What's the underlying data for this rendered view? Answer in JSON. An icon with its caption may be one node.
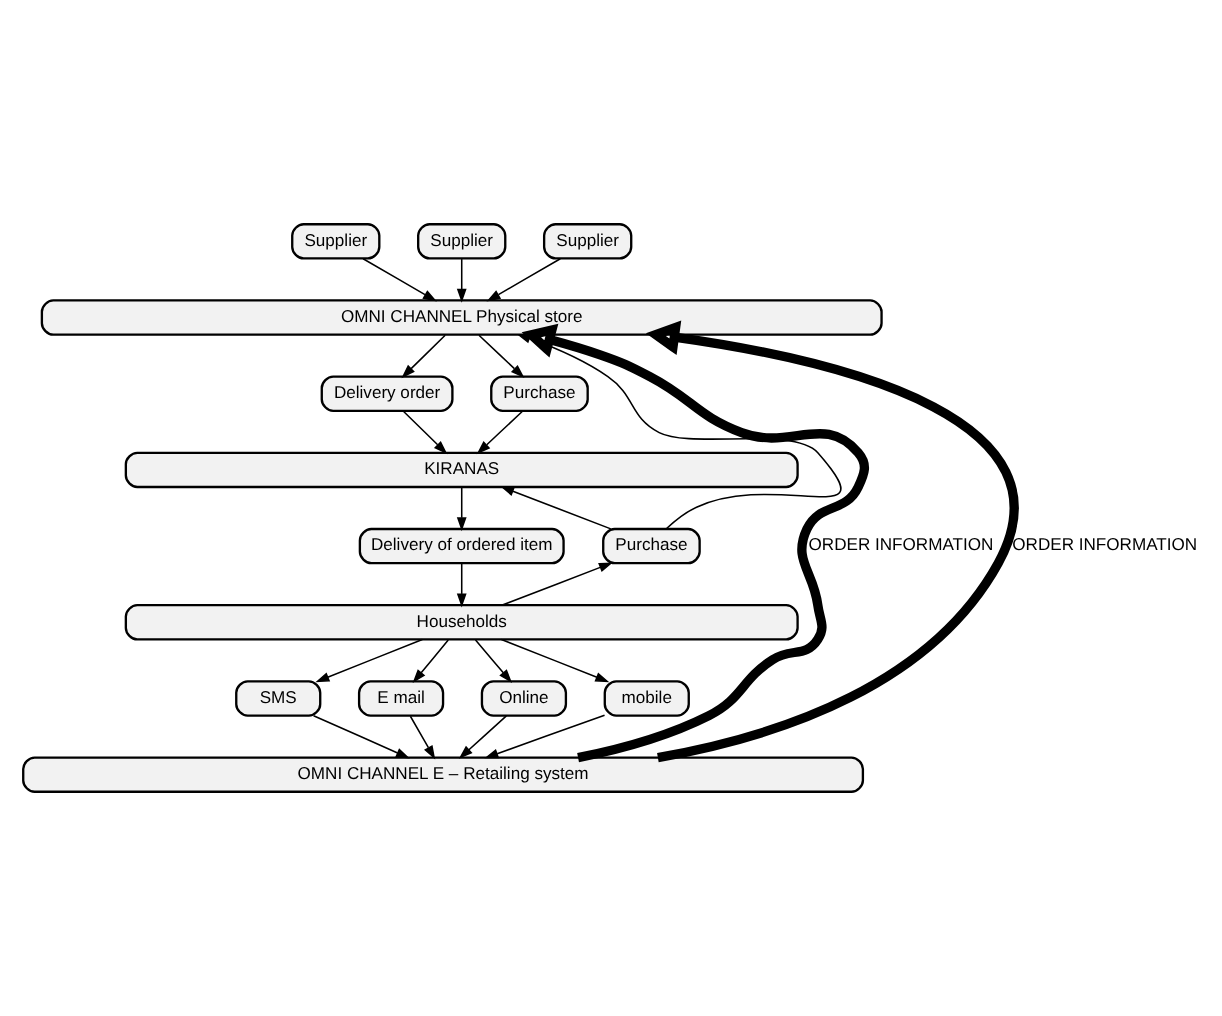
{
  "diagram": {
    "nodes": [
      {
        "text": [
          "Supplier"
        ]
      },
      {
        "text": [
          "Supplier"
        ]
      },
      {
        "text": [
          "Supplier"
        ]
      },
      {
        "text": [
          "OMNI CHANNEL Physical store"
        ]
      },
      {
        "text": [
          "Delivery order"
        ]
      },
      {
        "text": [
          "Purchase"
        ]
      },
      {
        "text": [
          "KIRANAS"
        ]
      },
      {
        "text": [
          "Delivery of ordered item"
        ]
      },
      {
        "text": [
          "Purchase"
        ]
      },
      {
        "text": [
          "Households"
        ]
      },
      {
        "text": [
          "SMS"
        ]
      },
      {
        "text": [
          "E mail"
        ]
      },
      {
        "text": [
          "Online"
        ]
      },
      {
        "text": [
          "mobile"
        ]
      },
      {
        "text": [
          "OMNI CHANNEL E – Retailing system"
        ]
      }
    ],
    "edges": [
      {
        "from": 0,
        "to": 3,
        "arrow": "to"
      },
      {
        "from": 1,
        "to": 3,
        "arrow": "to"
      },
      {
        "from": 2,
        "to": 3,
        "arrow": "to"
      },
      {
        "from": 3,
        "to": 4,
        "arrow": "to"
      },
      {
        "from": 3,
        "to": 5,
        "arrow": "to"
      },
      {
        "from": 4,
        "to": 6,
        "arrow": "to"
      },
      {
        "from": 5,
        "to": 6,
        "arrow": "to"
      },
      {
        "from": 6,
        "to": 7,
        "arrow": "to"
      },
      {
        "from": 7,
        "to": 9,
        "arrow": "to"
      },
      {
        "from": 9,
        "to": 8,
        "arrow": "to"
      },
      {
        "from": 8,
        "to": 6,
        "arrow": "to"
      },
      {
        "from": 8,
        "to": 3,
        "arrow": "to"
      },
      {
        "from": 9,
        "to": 10,
        "arrow": "to"
      },
      {
        "from": 9,
        "to": 11,
        "arrow": "to"
      },
      {
        "from": 9,
        "to": 12,
        "arrow": "to"
      },
      {
        "from": 9,
        "to": 13,
        "arrow": "to"
      },
      {
        "from": 10,
        "to": 14,
        "arrow": "to"
      },
      {
        "from": 11,
        "to": 14,
        "arrow": "to"
      },
      {
        "from": 12,
        "to": 14,
        "arrow": "to"
      },
      {
        "from": 13,
        "to": 14,
        "arrow": "to"
      },
      {
        "from": 14,
        "to": 3,
        "arrow": "to",
        "label": "ORDER INFORMATION",
        "style": "thick"
      },
      {
        "from": 14,
        "to": 3,
        "arrow": "to",
        "label": "ORDER INFORMATION",
        "style": "thick"
      }
    ]
  }
}
